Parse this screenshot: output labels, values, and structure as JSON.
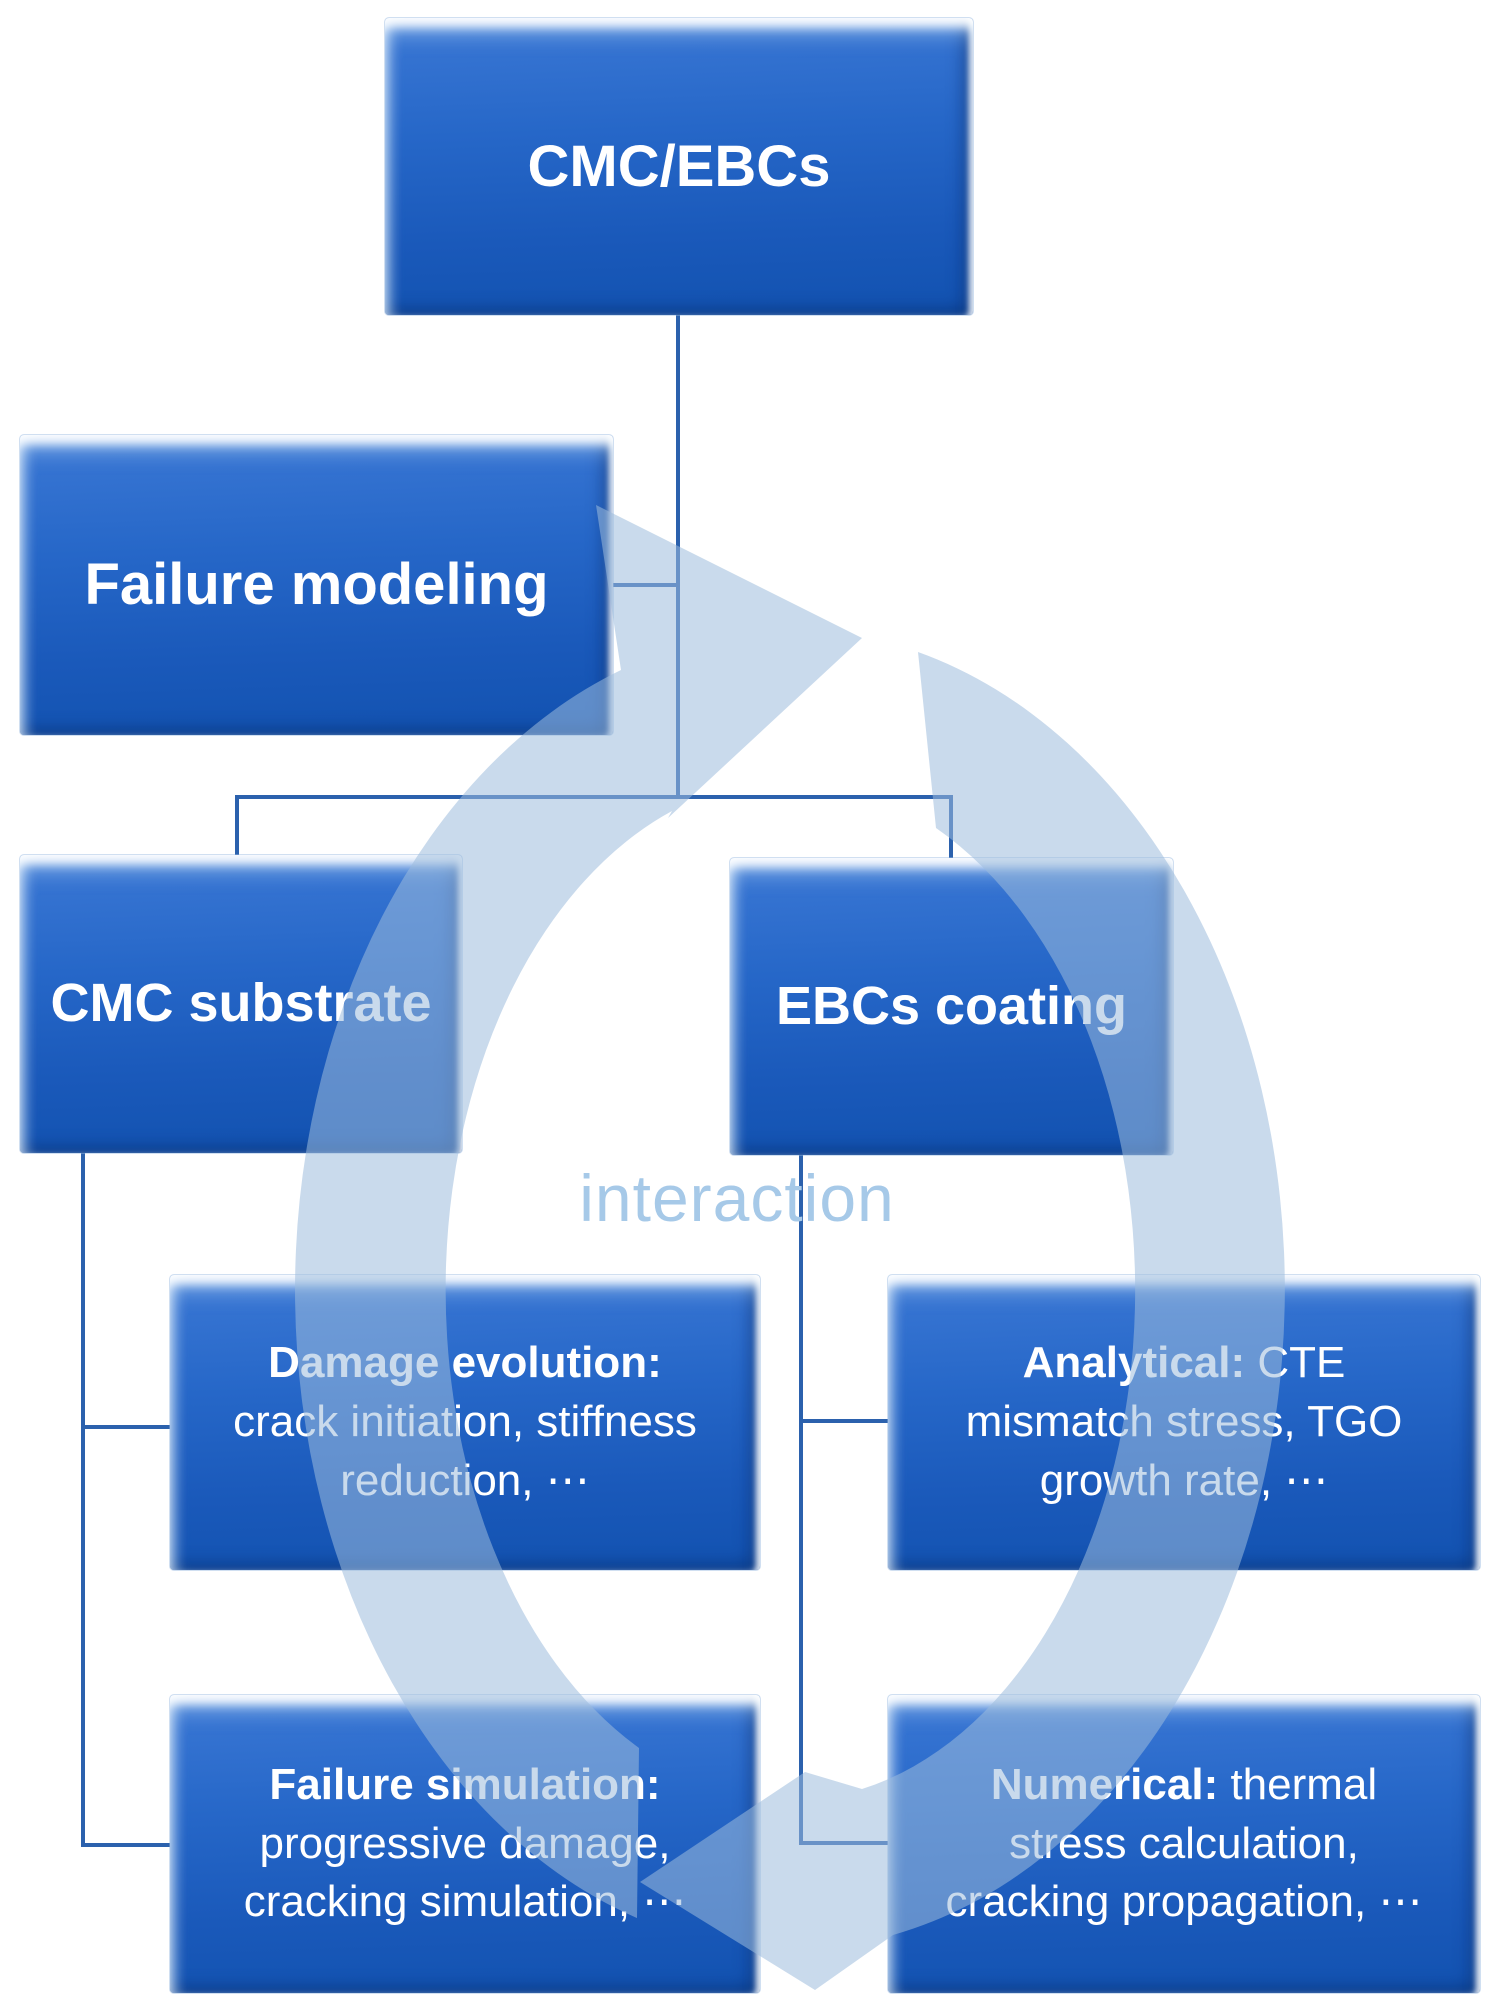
{
  "diagram": {
    "title_node": "CMC/EBCs",
    "nodes": {
      "root": {
        "label": "CMC/EBCs"
      },
      "failure_modeling": {
        "label": "Failure modeling"
      },
      "cmc_substrate": {
        "label": "CMC substrate"
      },
      "ebcs_coating": {
        "label": "EBCs coating"
      },
      "damage_evolution": {
        "lead": "Damage evolution:",
        "line1_rest": "",
        "line2": "crack initiation, stiffness",
        "line3": "reduction, ⋯"
      },
      "analytical": {
        "lead": "Analytical:",
        "line1_rest": " CTE",
        "line2": "mismatch stress, TGO",
        "line3": "growth rate, ⋯"
      },
      "failure_simulation": {
        "lead": "Failure simulation:",
        "line1_rest": "",
        "line2": "progressive damage,",
        "line3": "cracking simulation, ⋯"
      },
      "numerical": {
        "lead": "Numerical:",
        "line1_rest": " thermal",
        "line2": "stress calculation,",
        "line3": "cracking propagation, ⋯"
      }
    },
    "cycle": {
      "label": "interaction",
      "direction": "clockwise",
      "band_color": "#9cbcdc",
      "label_color": "#a6c9e8"
    },
    "colors": {
      "box_fill_top": "#3b78d5",
      "box_fill_bottom": "#1252b0",
      "box_text": "#ffffff",
      "connector": "#2b61ad",
      "background": "#ffffff"
    }
  }
}
